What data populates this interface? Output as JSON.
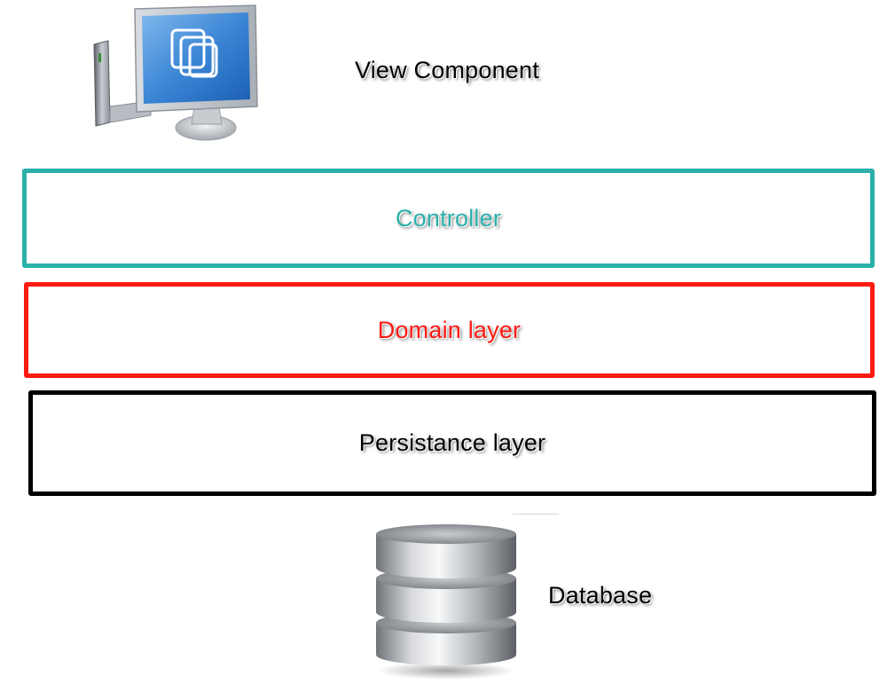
{
  "view": {
    "label": "View Component",
    "icon": "monitor-icon"
  },
  "layers": {
    "controller": {
      "label": "Controller",
      "color": "#2bb0aa"
    },
    "domain": {
      "label": "Domain layer",
      "color": "#ff1a12"
    },
    "persistence": {
      "label": "Persistance layer",
      "color": "#000000"
    }
  },
  "database": {
    "label": "Database",
    "icon": "database-icon"
  }
}
